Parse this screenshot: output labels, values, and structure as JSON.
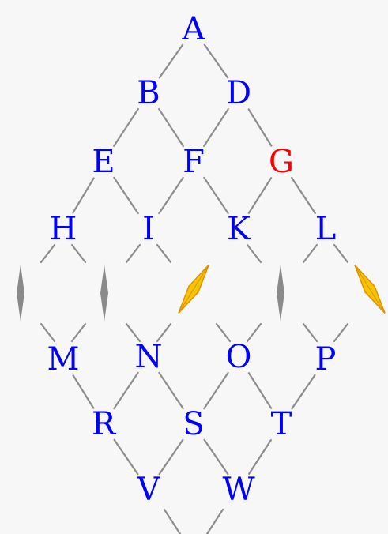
{
  "colors": {
    "node": "#0000ff",
    "highlight": "#ff0000",
    "edge": "#8c8c8c",
    "spindle": "#8a8a8a",
    "gold_fill": "#f6c400",
    "gold_stroke": "#e09000"
  },
  "nodes": [
    {
      "id": "A",
      "label": "A",
      "highlight": false
    },
    {
      "id": "B",
      "label": "B",
      "highlight": false
    },
    {
      "id": "D",
      "label": "D",
      "highlight": false
    },
    {
      "id": "E",
      "label": "E",
      "highlight": false
    },
    {
      "id": "F",
      "label": "F",
      "highlight": false
    },
    {
      "id": "G",
      "label": "G",
      "highlight": true
    },
    {
      "id": "H",
      "label": "H",
      "highlight": false
    },
    {
      "id": "I",
      "label": "I",
      "highlight": false
    },
    {
      "id": "K",
      "label": "K",
      "highlight": false
    },
    {
      "id": "L",
      "label": "L",
      "highlight": false
    },
    {
      "id": "M",
      "label": "M",
      "highlight": false
    },
    {
      "id": "N",
      "label": "N",
      "highlight": false
    },
    {
      "id": "O",
      "label": "O",
      "highlight": false
    },
    {
      "id": "P",
      "label": "P",
      "highlight": false
    },
    {
      "id": "R",
      "label": "R",
      "highlight": false
    },
    {
      "id": "S",
      "label": "S",
      "highlight": false
    },
    {
      "id": "T",
      "label": "T",
      "highlight": false
    },
    {
      "id": "V",
      "label": "V",
      "highlight": false
    },
    {
      "id": "W",
      "label": "W",
      "highlight": false
    }
  ],
  "edges": [
    [
      "A",
      "B"
    ],
    [
      "A",
      "D"
    ],
    [
      "B",
      "E"
    ],
    [
      "B",
      "F"
    ],
    [
      "D",
      "F"
    ],
    [
      "D",
      "G"
    ],
    [
      "E",
      "H"
    ],
    [
      "E",
      "I"
    ],
    [
      "F",
      "I"
    ],
    [
      "F",
      "K"
    ],
    [
      "G",
      "K"
    ],
    [
      "G",
      "L"
    ],
    [
      "M",
      "R"
    ],
    [
      "N",
      "R"
    ],
    [
      "N",
      "S"
    ],
    [
      "O",
      "S"
    ],
    [
      "O",
      "T"
    ],
    [
      "P",
      "T"
    ],
    [
      "R",
      "V"
    ],
    [
      "S",
      "V"
    ],
    [
      "S",
      "W"
    ],
    [
      "T",
      "W"
    ]
  ],
  "markers": [
    {
      "name": "spindle-icon",
      "style": "grey"
    },
    {
      "name": "spindle-icon",
      "style": "grey"
    },
    {
      "name": "spindle-icon",
      "style": "gold"
    },
    {
      "name": "spindle-icon",
      "style": "grey"
    },
    {
      "name": "spindle-icon",
      "style": "gold"
    }
  ]
}
